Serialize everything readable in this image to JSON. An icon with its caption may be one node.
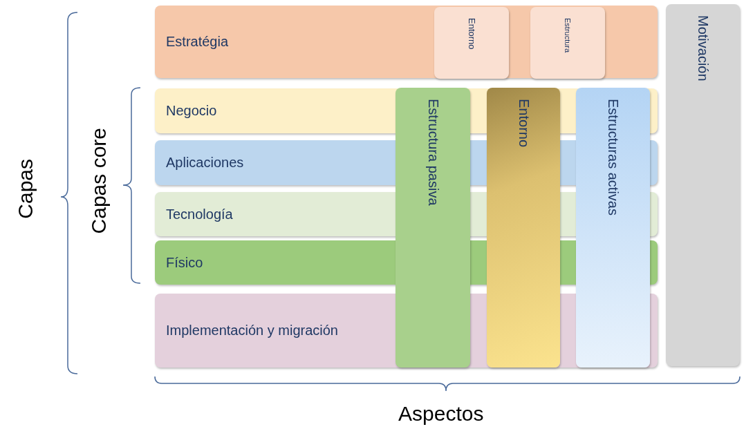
{
  "diagram": {
    "nodes": [
      {
        "text": [
          "Estratégia"
        ]
      },
      {
        "text": [
          "Entorno"
        ],
        "in": 0
      },
      {
        "text": [
          "Estructura"
        ],
        "in": 0
      },
      {
        "text": [
          "Motivación"
        ]
      },
      {
        "text": [
          "Negocio"
        ]
      },
      {
        "text": [
          "Aplicaciones"
        ]
      },
      {
        "text": [
          "Tecnología"
        ]
      },
      {
        "text": [
          "Físico"
        ]
      },
      {
        "text": [
          "Implementación y migración"
        ]
      },
      {
        "text": [
          "Estructura pasiva"
        ]
      },
      {
        "text": [
          "Entorno"
        ]
      },
      {
        "text": [
          "Estructuras activas"
        ]
      }
    ],
    "labels": [
      "Capas",
      "Capas core",
      "Aspectos"
    ]
  }
}
